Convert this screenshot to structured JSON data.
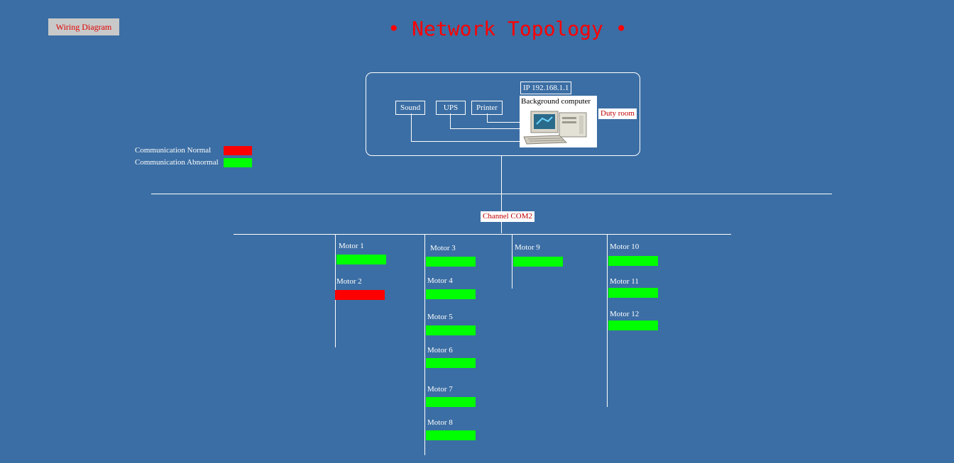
{
  "toolbar": {
    "wiring_label": "Wiring Diagram"
  },
  "page": {
    "title": "• Network Topology •"
  },
  "legend": [
    {
      "label": "Communication Normal",
      "color": "#ff0000"
    },
    {
      "label": "Communication Abnormal",
      "color": "#00ff00"
    }
  ],
  "system": {
    "ip": "IP 192.168.1.1",
    "computer": "Background computer",
    "room": "Duty room",
    "devices": [
      "Sound",
      "UPS",
      "Printer"
    ]
  },
  "channel": "Channel COM2",
  "colors": {
    "normal": "#ff0000",
    "abnormal": "#00ff00"
  },
  "motors": [
    {
      "name": "Motor 1",
      "status": "abnormal"
    },
    {
      "name": "Motor 2",
      "status": "normal"
    },
    {
      "name": "Motor 3",
      "status": "abnormal"
    },
    {
      "name": "Motor 4",
      "status": "abnormal"
    },
    {
      "name": "Motor 5",
      "status": "abnormal"
    },
    {
      "name": "Motor 6",
      "status": "abnormal"
    },
    {
      "name": "Motor 7",
      "status": "abnormal"
    },
    {
      "name": "Motor 8",
      "status": "abnormal"
    },
    {
      "name": "Motor 9",
      "status": "abnormal"
    },
    {
      "name": "Motor 10",
      "status": "abnormal"
    },
    {
      "name": "Motor 11",
      "status": "abnormal"
    },
    {
      "name": "Motor 12",
      "status": "abnormal"
    }
  ]
}
